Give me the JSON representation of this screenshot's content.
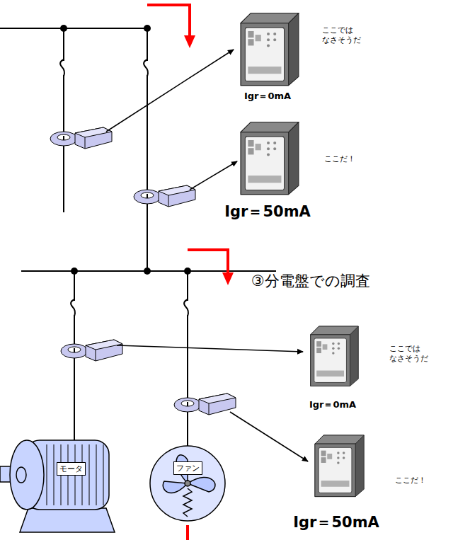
{
  "diagram": {
    "nodes": [
      {
        "text": [
          "モータ"
        ]
      },
      {
        "text": [
          "ファン"
        ]
      }
    ],
    "labels": [
      "ここでは なさそうだ",
      "Igr＝0mA",
      "ここだ！",
      "Igr＝50mA",
      "③分電盤での調査",
      "ここでは なさそうだ",
      "Igr＝0mA",
      "ここだ！",
      "Igr＝50mA"
    ]
  }
}
